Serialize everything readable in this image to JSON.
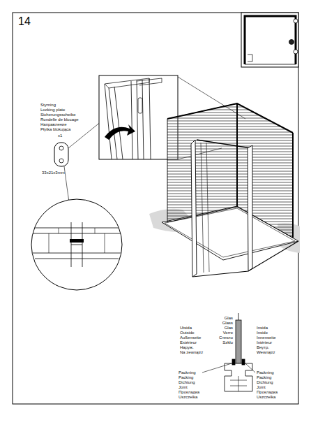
{
  "diagram": {
    "title": "14",
    "labels": [
      "Styrning",
      "Locking plate",
      "Sicherungsscheibe",
      "Rondelle de blocage",
      "Направление",
      "Płytka blokująca",
      "x1",
      "33x21x3mm",
      "Glas",
      "Glass",
      "Glas",
      "Verre",
      "Стекло",
      "Szkło",
      "Utsida",
      "Outside",
      "Außenseite",
      "Extérieur",
      "Наруж.",
      "Na zewnątrz",
      "Insida",
      "Inside",
      "Innenseite",
      "Intérieur",
      "Внутр.",
      "Wewnątrz",
      "Packning",
      "Packing",
      "Dichtung",
      "Joint",
      "Прокладка",
      "Uszczelka",
      "Packning",
      "Packing",
      "Dichtung",
      "Joint",
      "Прокладка",
      "Uszczelka"
    ]
  }
}
